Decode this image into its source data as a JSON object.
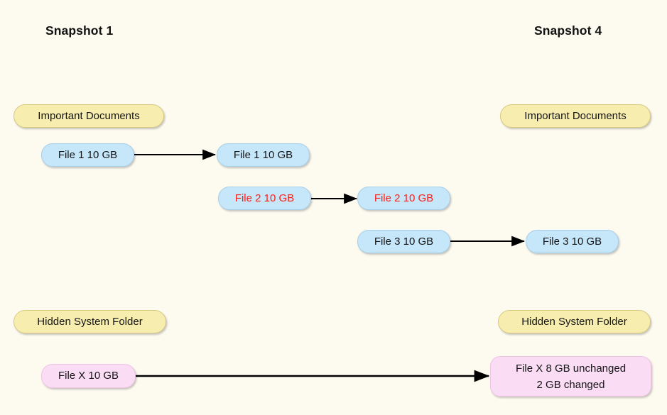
{
  "diagram": {
    "background_color": "#fdfaf0",
    "headings": [
      {
        "label": "Snapshot 1"
      },
      {
        "label": "Snapshot 4"
      }
    ],
    "folders": {
      "important_documents_left": "Important Documents",
      "important_documents_right": "Important Documents",
      "hidden_system_folder_left": "Hidden System Folder",
      "hidden_system_folder_right": "Hidden System Folder"
    },
    "files": {
      "file1_left": "File 1 10 GB",
      "file1_right": "File 1 10 GB",
      "file2_left": "File 2 10 GB",
      "file2_right": "File 2 10 GB",
      "file3_left": "File 3 10 GB",
      "file3_right": "File 3 10 GB",
      "filex_left": "File X 10 GB",
      "filex_right": "File X 8 GB unchanged\n2 GB changed"
    },
    "colors": {
      "folder_fill": "#f7edaf",
      "folder_border": "#d9c97e",
      "file_fill": "#c6e6fa",
      "file_border": "#a8cfe8",
      "hidden_file_fill": "#fadcf5",
      "hidden_file_border": "#eec6e4",
      "changed_text": "#ff1c17",
      "text": "#151515",
      "arrow": "#000000"
    }
  }
}
